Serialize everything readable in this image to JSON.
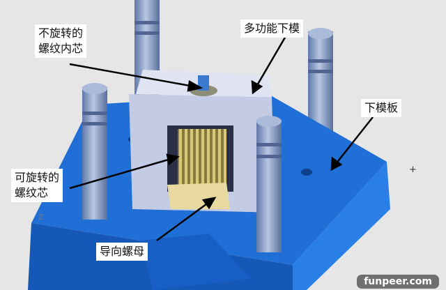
{
  "labels": {
    "non_rotating_core": [
      "不旋转的",
      "螺纹内芯"
    ],
    "multi_function_lower_mold": "多功能下模",
    "lower_mold_plate": "下模板",
    "rotating_core": [
      "可旋转的",
      "螺纹芯"
    ],
    "guide_nut": "导向螺母"
  },
  "axis_label": "Z",
  "cursor_glyph": "+",
  "watermark": "funpeer.com",
  "colors": {
    "plate": "#1f6fd6",
    "mold_block": "#c9cfe6",
    "pillar": "#8fa5cc",
    "gear": "#c8b56a",
    "nut": "#e8d9a0"
  }
}
